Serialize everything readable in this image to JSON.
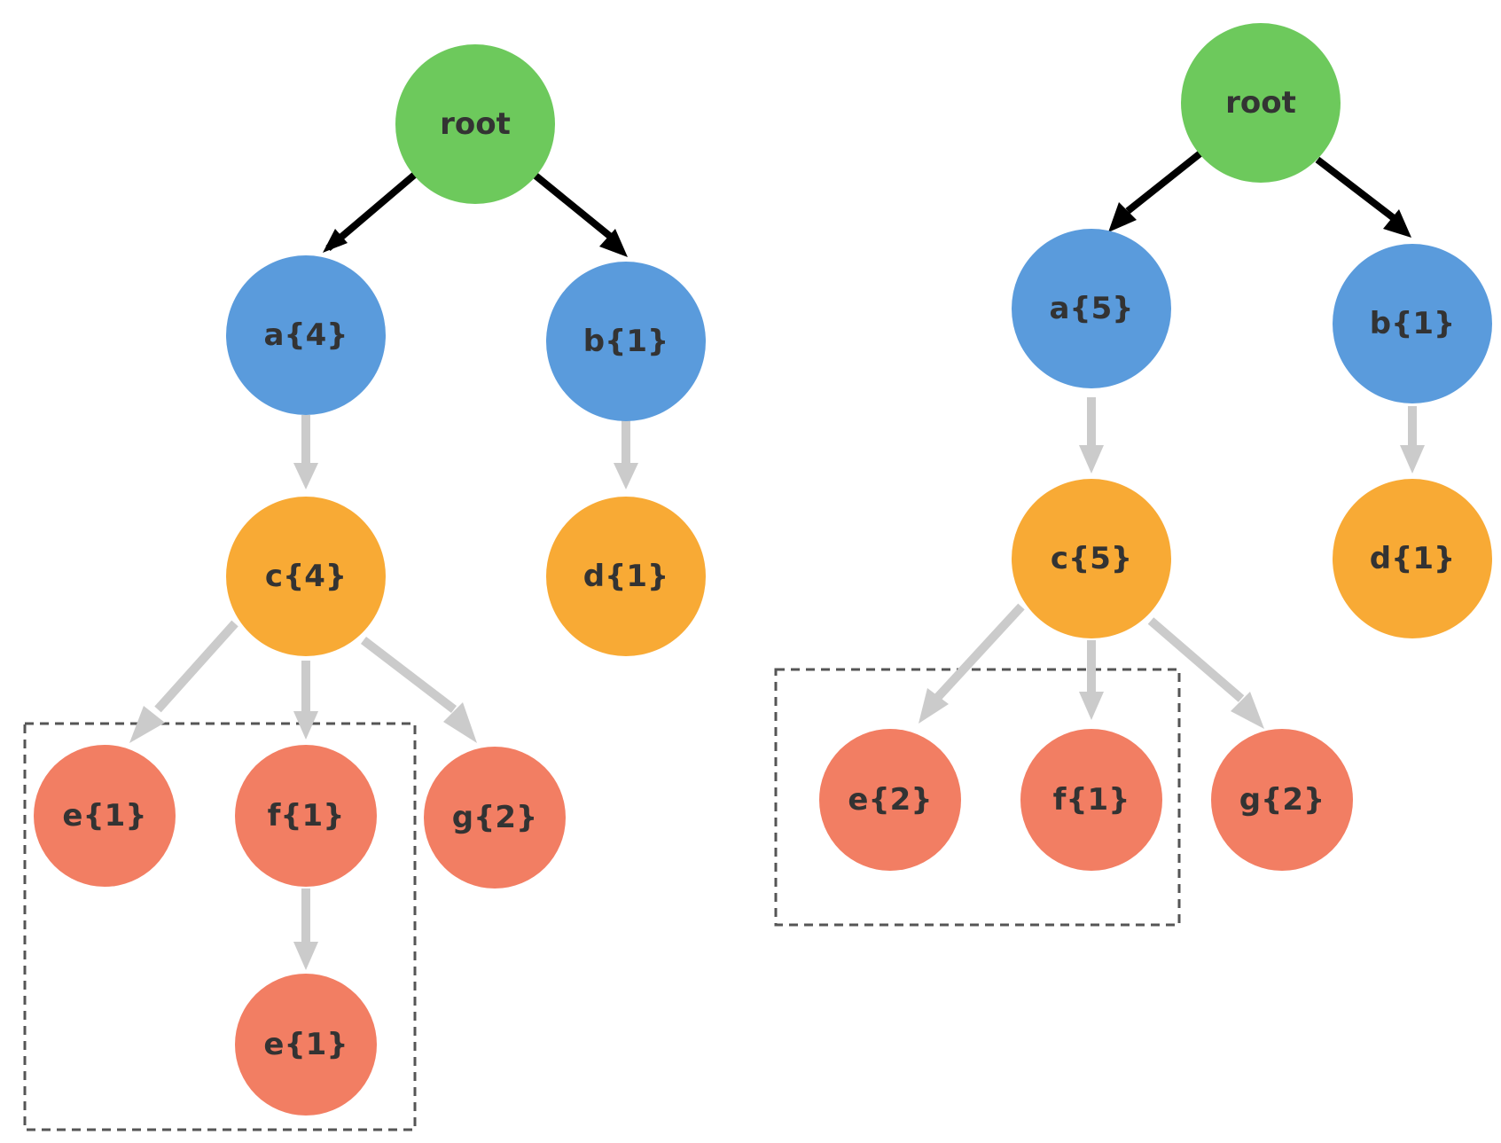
{
  "colors": {
    "root": "#6DC95C",
    "level1": "#5A9BDC",
    "level2": "#F8AA35",
    "level3": "#F27E63",
    "edge_black": "#000000",
    "edge_gray": "#CBCBCB",
    "group_box": "#555555",
    "text": "#333333"
  },
  "left_tree": {
    "root": "root",
    "a": "a{4}",
    "b": "b{1}",
    "c": "c{4}",
    "d": "d{1}",
    "e": "e{1}",
    "f": "f{1}",
    "g": "g{2}",
    "fe": "e{1}"
  },
  "right_tree": {
    "root": "root",
    "a": "a{5}",
    "b": "b{1}",
    "c": "c{5}",
    "d": "d{1}",
    "e": "e{2}",
    "f": "f{1}",
    "g": "g{2}"
  }
}
